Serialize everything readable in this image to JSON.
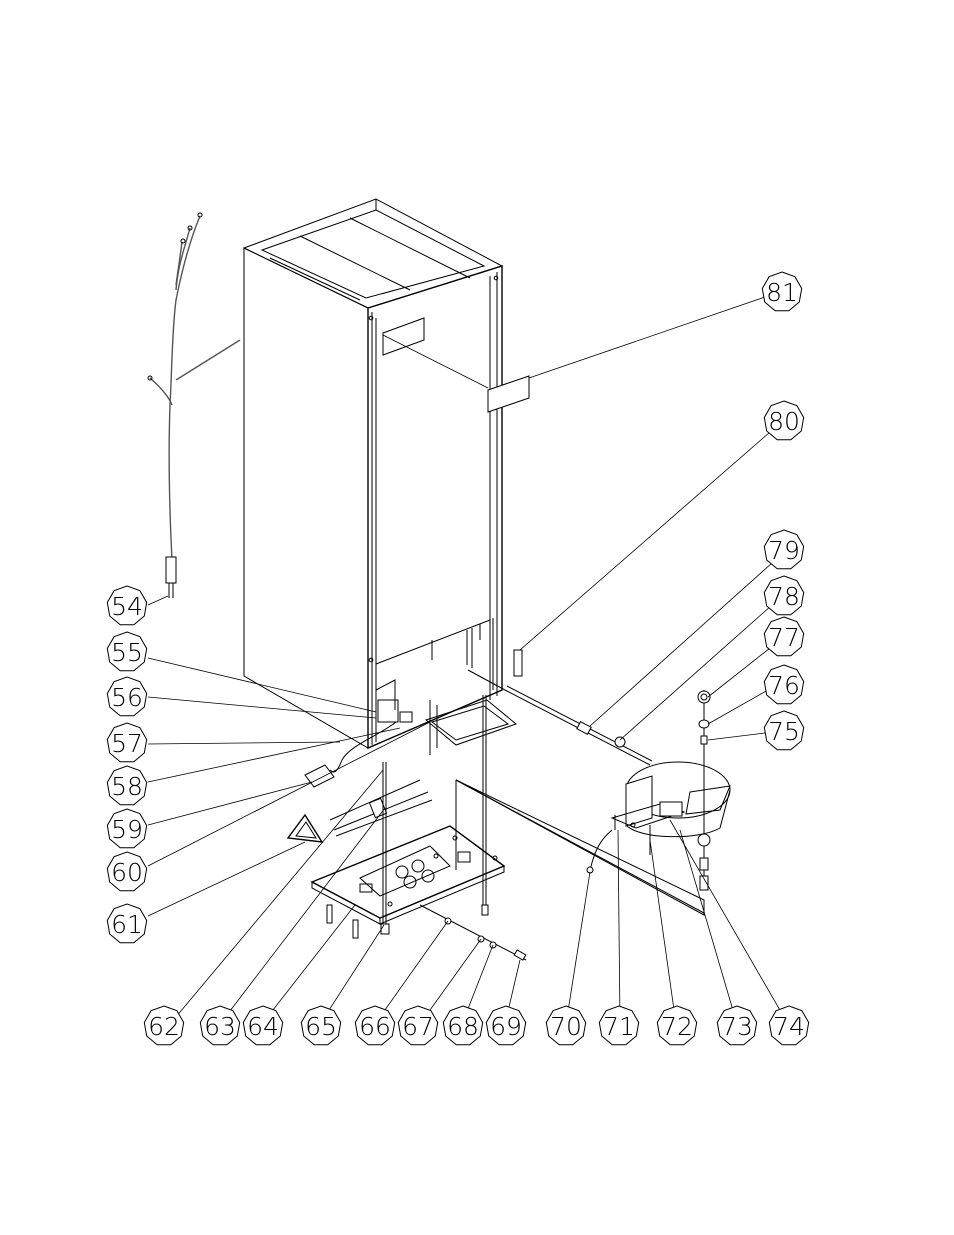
{
  "callouts": [
    {
      "id": "54",
      "label": "54"
    },
    {
      "id": "55",
      "label": "55"
    },
    {
      "id": "56",
      "label": "56"
    },
    {
      "id": "57",
      "label": "57"
    },
    {
      "id": "58",
      "label": "58"
    },
    {
      "id": "59",
      "label": "59"
    },
    {
      "id": "60",
      "label": "60"
    },
    {
      "id": "61",
      "label": "61"
    },
    {
      "id": "62",
      "label": "62"
    },
    {
      "id": "63",
      "label": "63"
    },
    {
      "id": "64",
      "label": "64"
    },
    {
      "id": "65",
      "label": "65"
    },
    {
      "id": "66",
      "label": "66"
    },
    {
      "id": "67",
      "label": "67"
    },
    {
      "id": "68",
      "label": "68"
    },
    {
      "id": "69",
      "label": "69"
    },
    {
      "id": "70",
      "label": "70"
    },
    {
      "id": "71",
      "label": "71"
    },
    {
      "id": "72",
      "label": "72"
    },
    {
      "id": "73",
      "label": "73"
    },
    {
      "id": "74",
      "label": "74"
    },
    {
      "id": "75",
      "label": "75"
    },
    {
      "id": "76",
      "label": "76"
    },
    {
      "id": "77",
      "label": "77"
    },
    {
      "id": "78",
      "label": "78"
    },
    {
      "id": "79",
      "label": "79"
    },
    {
      "id": "80",
      "label": "80"
    },
    {
      "id": "81",
      "label": "81"
    }
  ]
}
